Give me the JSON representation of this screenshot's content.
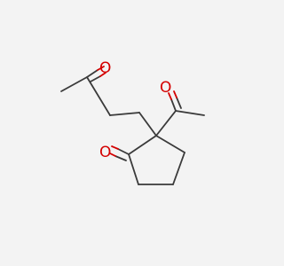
{
  "molecule": {
    "atoms": {
      "O1": {
        "symbol": "O",
        "color": "#d40000"
      },
      "O2": {
        "symbol": "O",
        "color": "#d40000"
      },
      "O3": {
        "symbol": "O",
        "color": "#d40000"
      }
    },
    "bond_color": "#3a3a3a",
    "background": "#f3f3f3"
  }
}
